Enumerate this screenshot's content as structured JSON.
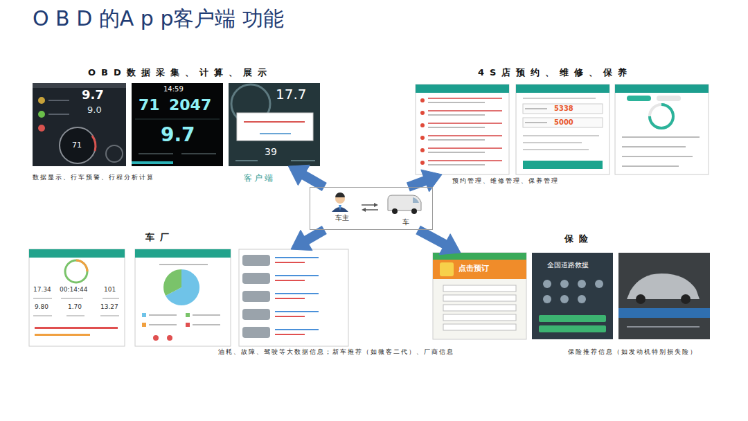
{
  "diagram": {
    "title": "O B D 的A p p客户端 功能",
    "nodes": [
      {
        "text": [
          "OBD数据采集、计算、展示",
          "数据显示、行车预警、行程分析计算"
        ]
      },
      {
        "text": [
          "4S店预约、维修、保养",
          "预约管理、维修管理、保养管理"
        ]
      },
      {
        "text": [
          "车主",
          "车"
        ]
      },
      {
        "text": [
          "车厂",
          "油耗、故障、驾驶等大数据信息；新车推荐（如微客二代）、厂商信息"
        ]
      },
      {
        "text": [
          "保险",
          "保险推荐信息（如发动机特别损失险）"
        ]
      }
    ],
    "edges": [
      {
        "from": 2,
        "to": 0,
        "arrow": "to"
      },
      {
        "from": 2,
        "to": 1,
        "arrow": "to"
      },
      {
        "from": 2,
        "to": 3,
        "arrow": "to"
      },
      {
        "from": 2,
        "to": 4,
        "arrow": "to"
      }
    ],
    "labels": [
      "客户端",
      "9.7",
      "9.0",
      "71",
      "14:59",
      "71",
      "2047",
      "9.7",
      "17.7",
      "39",
      "5338",
      "5000",
      "17.34",
      "00:14:44",
      "101",
      "9.80",
      "1.70",
      "13.27",
      "点击预订",
      "全国道路救援"
    ]
  }
}
